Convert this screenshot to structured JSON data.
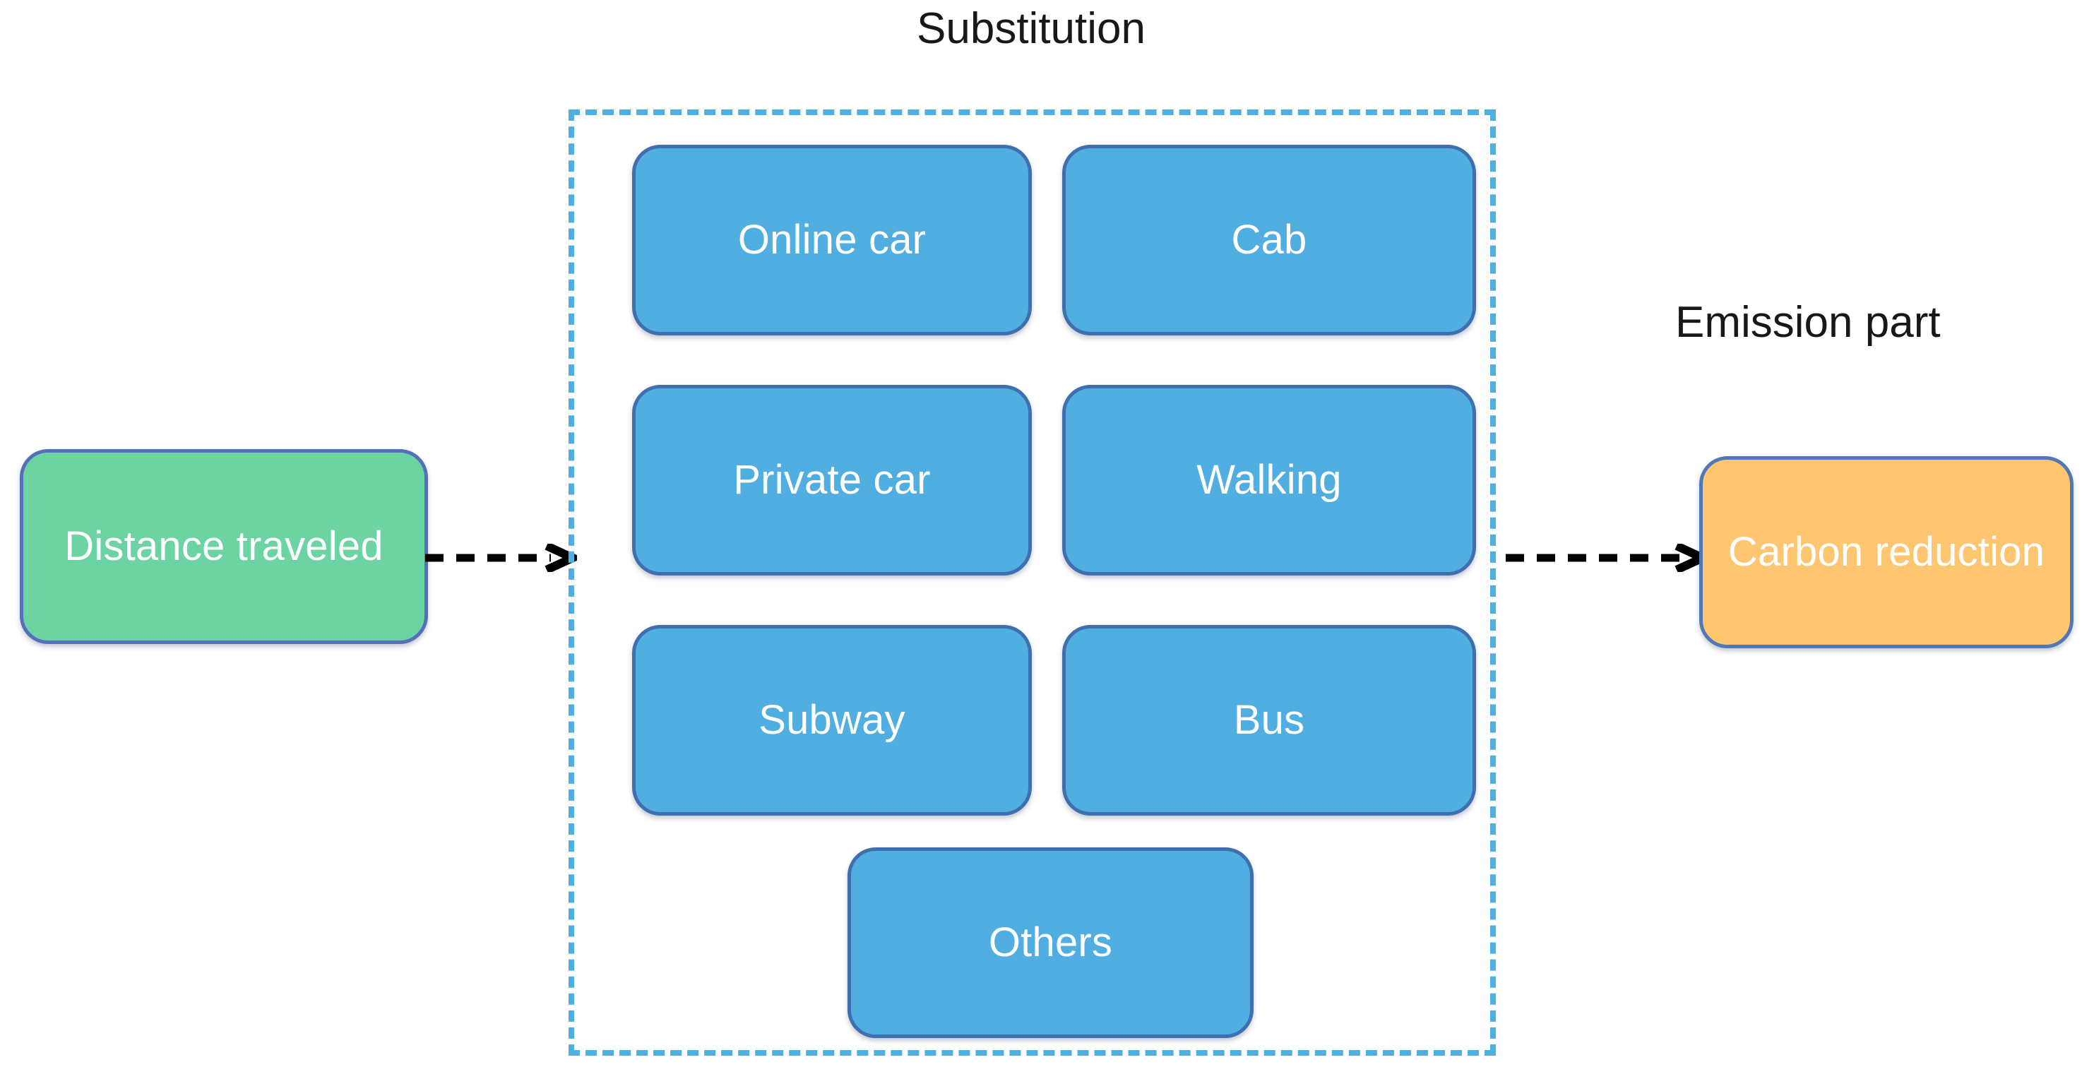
{
  "diagram": {
    "title_substitution": "Substitution",
    "title_emission": "Emission part"
  },
  "input_node": {
    "label": "Distance traveled",
    "fill": "#6CD3A2",
    "border": "#5570b8",
    "text_color": "#ffffff"
  },
  "substitution": {
    "group_border_color": "#4FAFE2",
    "group_border_style": "dashed",
    "node_fill": "#50AFE0",
    "node_border": "#3f6fae",
    "text_color": "#ffffff",
    "modes": [
      {
        "label": "Online car"
      },
      {
        "label": "Cab"
      },
      {
        "label": "Private car"
      },
      {
        "label": "Walking"
      },
      {
        "label": "Subway"
      },
      {
        "label": "Bus"
      },
      {
        "label": "Others"
      }
    ]
  },
  "output_node": {
    "label": "Carbon reduction",
    "fill": "#FFC672",
    "border": "#5078b4",
    "text_color": "#ffffff"
  },
  "arrows": [
    {
      "name": "distance-to-substitution",
      "style": "dashed",
      "color": "#000000",
      "direction": "right"
    },
    {
      "name": "substitution-to-carbon",
      "style": "dashed",
      "color": "#000000",
      "direction": "right"
    }
  ]
}
